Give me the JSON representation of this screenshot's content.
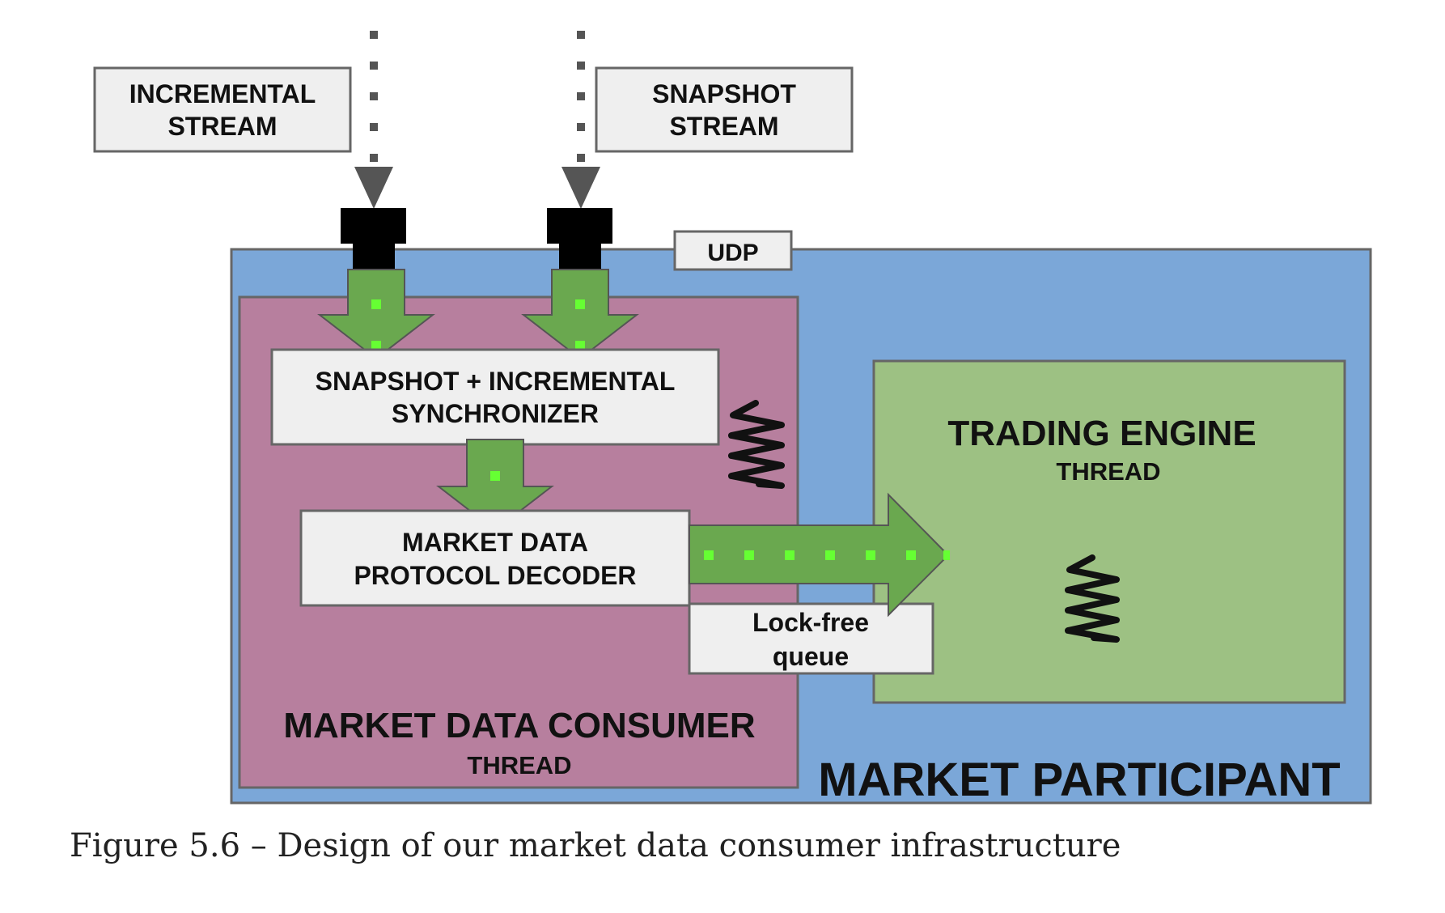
{
  "diagram": {
    "streams": {
      "incremental": [
        "INCREMENTAL",
        "STREAM"
      ],
      "snapshot": [
        "SNAPSHOT",
        "STREAM"
      ]
    },
    "udp_label": "UDP",
    "synchronizer": [
      "SNAPSHOT + INCREMENTAL",
      "SYNCHRONIZER"
    ],
    "decoder": [
      "MARKET DATA",
      "PROTOCOL DECODER"
    ],
    "queue": [
      "Lock-free",
      "queue"
    ],
    "consumer": {
      "title": "MARKET DATA CONSUMER",
      "subtitle": "THREAD"
    },
    "engine": {
      "title": "TRADING ENGINE",
      "subtitle": "THREAD"
    },
    "participant": "MARKET PARTICIPANT",
    "colors": {
      "participant_fill": "#7ba7d8",
      "consumer_fill": "#b77f9e",
      "engine_fill": "#9dc183",
      "box_fill": "#efefef",
      "arrow_fill": "#6aa84f",
      "packet_dot": "#66ff33",
      "socket": "#000000",
      "stream_arrow": "#555555"
    },
    "icons": [
      "udp-socket-icon",
      "thread-spring-icon"
    ]
  },
  "caption": "Figure 5.6 – Design of our market data consumer infrastructure"
}
